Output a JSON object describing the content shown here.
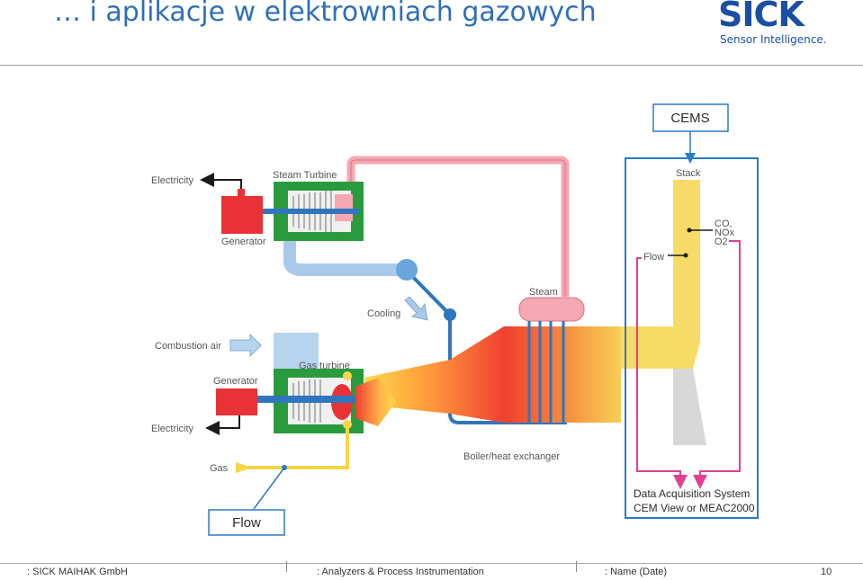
{
  "header": {
    "title": "… i aplikacje w elektrowniach gazowych",
    "logo_text": "SICK",
    "logo_tagline": "Sensor Intelligence."
  },
  "diagram": {
    "labels": {
      "electricity_top": "Electricity",
      "steam_turbine": "Steam Turbine",
      "generator_top": "Generator",
      "cooling": "Cooling",
      "combustion_air": "Combustion air",
      "generator_bottom": "Generator",
      "gas_turbine": "Gas turbine",
      "electricity_bottom": "Electricity",
      "gas": "Gas",
      "flow_box": "Flow",
      "steam": "Steam",
      "boiler": "Boiler/heat exchanger",
      "cems": "CEMS",
      "stack": "Stack",
      "flow_stack": "Flow",
      "co": "CO,",
      "nox": "NOx",
      "o2": "O2",
      "daq_line1": "Data Acquisition System",
      "daq_line2": "CEM View or MEAC2000"
    }
  },
  "footer": {
    "company": ": SICK MAIHAK GmbH",
    "division": ": Analyzers & Process Instrumentation",
    "name_date": ": Name (Date)",
    "page": "10"
  }
}
